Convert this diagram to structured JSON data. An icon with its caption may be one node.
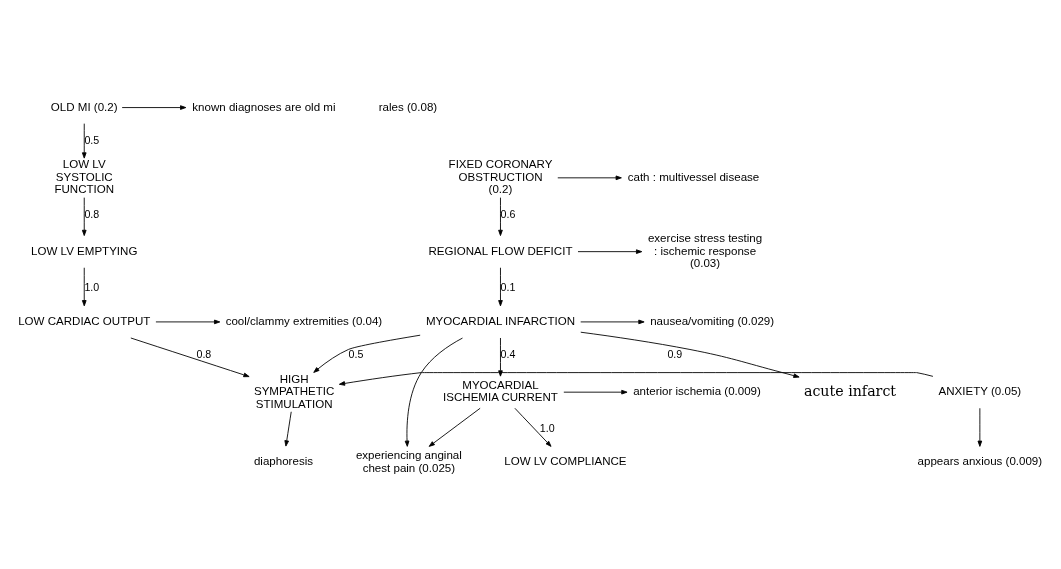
{
  "diagram": {
    "nodes": [
      {
        "text": [
          "OLD MI (0.2)"
        ]
      },
      {
        "text": [
          "known diagnoses are old mi"
        ]
      },
      {
        "text": [
          "LOW LV SYSTOLIC FUNCTION"
        ]
      },
      {
        "text": [
          "LOW LV EMPTYING"
        ]
      },
      {
        "text": [
          "LOW CARDIAC OUTPUT"
        ]
      },
      {
        "text": [
          "cool/clammy extremities (0.04)"
        ]
      },
      {
        "text": [
          "HIGH SYMPATHETIC STIMULATION"
        ]
      },
      {
        "text": [
          "ANXIETY (0.05)"
        ]
      },
      {
        "text": [
          "diaphoresis"
        ]
      },
      {
        "text": [
          "appears anxious (0.009)"
        ]
      },
      {
        "text": [
          "cath : multivessel disease"
        ]
      },
      {
        "text": [
          "FIXED CORONARY OBSTRUCTION (0.2)"
        ]
      },
      {
        "text": [
          "exercise stress testing : ischemic response (0.03)"
        ]
      },
      {
        "text": [
          "REGIONAL FLOW DEFICIT"
        ]
      },
      {
        "text": [
          "nausea/vomiting (0.029)"
        ]
      },
      {
        "text": [
          "MYOCARDIAL INFARCTION"
        ]
      },
      {
        "text": [
          "acute infarct"
        ]
      },
      {
        "text": [
          "experiencing anginal chest pain (0.025)"
        ]
      },
      {
        "text": [
          "MYOCARDIAL ISCHEMIA CURRENT"
        ]
      },
      {
        "text": [
          "anterior ischemia (0.009)"
        ]
      },
      {
        "text": [
          "LOW LV COMPLIANCE"
        ]
      }
    ],
    "edges": [
      {
        "from": 0,
        "to": 1,
        "arrow": "to"
      },
      {
        "from": 0,
        "to": 2,
        "arrow": "to",
        "label": "0.5"
      },
      {
        "from": 2,
        "to": 3,
        "arrow": "to",
        "label": "0.8"
      },
      {
        "from": 3,
        "to": 4,
        "arrow": "to",
        "label": "1.0"
      },
      {
        "from": 4,
        "to": 5,
        "arrow": "to"
      },
      {
        "from": 4,
        "to": 6,
        "arrow": "to",
        "label": "0.8"
      },
      {
        "from": 7,
        "to": 6,
        "arrow": "to",
        "label": "0.9"
      },
      {
        "from": 7,
        "to": 9,
        "arrow": "to"
      },
      {
        "from": 6,
        "to": 8,
        "arrow": "to"
      },
      {
        "from": 11,
        "to": 10,
        "arrow": "to"
      },
      {
        "from": 11,
        "to": 13,
        "arrow": "to",
        "label": "0.6"
      },
      {
        "from": 13,
        "to": 12,
        "arrow": "to"
      },
      {
        "from": 13,
        "to": 15,
        "arrow": "to",
        "label": "0.1"
      },
      {
        "from": 15,
        "to": 14,
        "arrow": "to"
      },
      {
        "from": 15,
        "to": 16,
        "arrow": "to"
      },
      {
        "from": 15,
        "to": 6,
        "arrow": "to",
        "label": "0.5"
      },
      {
        "from": 15,
        "to": 17,
        "arrow": "to"
      },
      {
        "from": 15,
        "to": 18,
        "arrow": "to",
        "label": "0.4"
      },
      {
        "from": 18,
        "to": 17,
        "arrow": "to"
      },
      {
        "from": 18,
        "to": 19,
        "arrow": "to"
      },
      {
        "from": 18,
        "to": 20,
        "arrow": "to",
        "label": "1.0"
      }
    ],
    "labels": [
      "rales (0.08)"
    ]
  }
}
